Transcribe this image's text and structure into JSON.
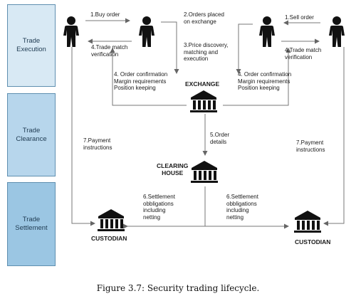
{
  "bands": {
    "execution": [
      "Trade",
      "Execution"
    ],
    "clearance": [
      "Trade",
      "Clearance"
    ],
    "settlement": [
      "Trade",
      "Settlement"
    ]
  },
  "entities": {
    "exchange": "EXCHANGE",
    "clearing_house": [
      "CLEARING",
      "HOUSE"
    ],
    "custodian_left": "CUSTODIAN",
    "custodian_right": "CUSTODIAN"
  },
  "steps": {
    "buy_order": "1.Buy order",
    "sell_order": "1.Sell order",
    "orders_placed": [
      "2.Orders placed",
      "on exchange"
    ],
    "price_discovery": [
      "3.Price discovery,",
      "matching and",
      "execution"
    ],
    "trade_match_left": [
      "4.Trade match",
      "verification"
    ],
    "trade_match_right": [
      "4.Trade match",
      "verification"
    ],
    "confirmation_left": [
      "4. Order confirmation",
      "Margin requirements",
      "Position keeping"
    ],
    "confirmation_right": [
      "4. Order confirmation",
      "Margin requirements",
      "Position keeping"
    ],
    "order_details": [
      "5.Order",
      "details"
    ],
    "settlement_left": [
      "6.Settlement",
      "obbligations",
      "including",
      "netting"
    ],
    "settlement_right": [
      "6.Settlement",
      "obbligations",
      "including",
      "netting"
    ],
    "payment_left": [
      "7.Payment",
      "instructions"
    ],
    "payment_right": [
      "7.Payment",
      "instructions"
    ]
  },
  "caption": "Figure 3.7: Security trading lifecycle.",
  "colors": {
    "line": "#666666",
    "icon": "#111111",
    "band_border": "#5f8fb0"
  },
  "icons": [
    "person-icon",
    "building-icon"
  ]
}
